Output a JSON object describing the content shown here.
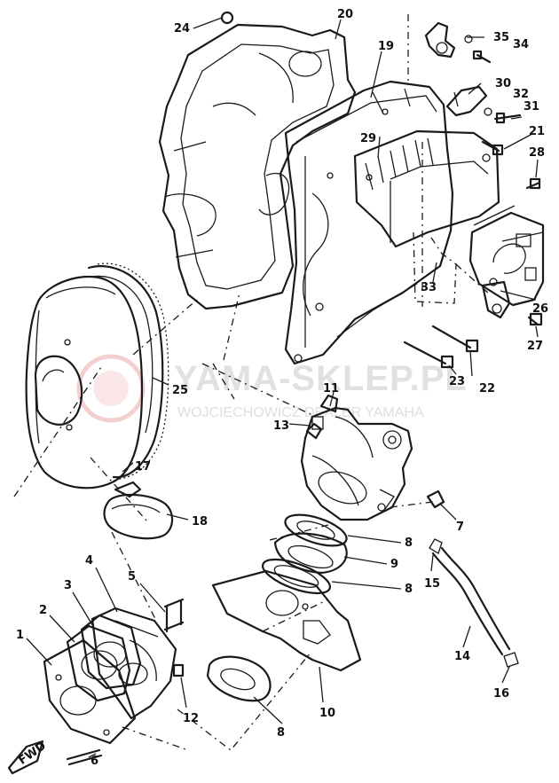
{
  "watermark": {
    "title": "YAMA-SKLEP.PL",
    "subtitle": "WOJCIECHOWICZ DEALER YAMAHA"
  },
  "fwd_label": "FWD",
  "callouts": [
    {
      "id": "1",
      "part": "gasket"
    },
    {
      "id": "2",
      "part": "intake-joint"
    },
    {
      "id": "3",
      "part": "gasket"
    },
    {
      "id": "4",
      "part": "spacer"
    },
    {
      "id": "5",
      "part": "stud"
    },
    {
      "id": "6",
      "part": "stud"
    },
    {
      "id": "7",
      "part": "nut"
    },
    {
      "id": "8",
      "part": "gasket"
    },
    {
      "id": "9",
      "part": "carburetor-joint"
    },
    {
      "id": "10",
      "part": "plate"
    },
    {
      "id": "11",
      "part": "fitting"
    },
    {
      "id": "12",
      "part": "nut"
    },
    {
      "id": "13",
      "part": "fitting"
    },
    {
      "id": "14",
      "part": "hose"
    },
    {
      "id": "15",
      "part": "clip"
    },
    {
      "id": "16",
      "part": "clip"
    },
    {
      "id": "17",
      "part": "silencer-cover"
    },
    {
      "id": "18",
      "part": "band"
    },
    {
      "id": "19",
      "part": "silencer-case"
    },
    {
      "id": "20",
      "part": "silencer-case"
    },
    {
      "id": "21",
      "part": "bolt"
    },
    {
      "id": "22",
      "part": "bolt"
    },
    {
      "id": "23",
      "part": "bolt"
    },
    {
      "id": "24",
      "part": "nut"
    },
    {
      "id": "25",
      "part": "filter-element"
    },
    {
      "id": "26",
      "part": "bracket"
    },
    {
      "id": "27",
      "part": "bolt"
    },
    {
      "id": "28",
      "part": "bolt"
    },
    {
      "id": "29",
      "part": "cover"
    },
    {
      "id": "30",
      "part": "bracket"
    },
    {
      "id": "31",
      "part": "bolt"
    },
    {
      "id": "32",
      "part": "washer"
    },
    {
      "id": "33",
      "part": "plate"
    },
    {
      "id": "34",
      "part": "bolt"
    },
    {
      "id": "35",
      "part": "washer"
    }
  ]
}
